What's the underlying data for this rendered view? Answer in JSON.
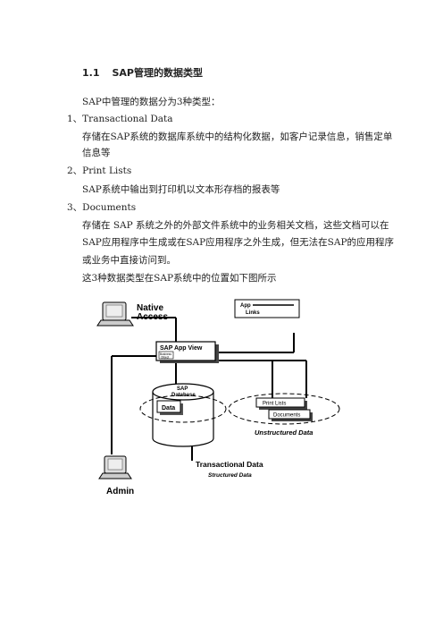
{
  "heading": {
    "number": "1.1",
    "text": "SAP管理的数据类型"
  },
  "intro": "SAP中管理的数据分为3种类型：",
  "items": [
    {
      "label": "1、Transactional Data",
      "desc_lines": [
        "存储在SAP系统的数据库系统中的结构化数据，如客户记录信息，销售定单",
        "信息等"
      ]
    },
    {
      "label": "2、Print Lists",
      "desc_lines": [
        "SAP系统中输出到打印机以文本形存档的报表等"
      ]
    },
    {
      "label": "3、Documents",
      "desc_lines": [
        "存储在 SAP 系统之外的外部文件系统中的业务相关文档，这些文档可以在",
        "SAP应用程序中生成或在SAP应用程序之外生成，但无法在SAP的应用程序",
        "或业务中直接访问到。"
      ]
    }
  ],
  "closing": "这3种数据类型在SAP系统中的位置如下图所示",
  "diagram": {
    "native_access": [
      "Native",
      "Access"
    ],
    "app_links": [
      "App",
      "Links"
    ],
    "sap_app_view": "SAP App View",
    "business_object": [
      "Business",
      "Object"
    ],
    "sap_database": [
      "SAP",
      "Database"
    ],
    "data": "Data",
    "print_lists": "Print Lists",
    "documents": "Documents",
    "unstructured_data": "Unstructured Data",
    "transactional_data": "Transactional Data",
    "structured_data": "Structured Data",
    "admin": "Admin"
  }
}
